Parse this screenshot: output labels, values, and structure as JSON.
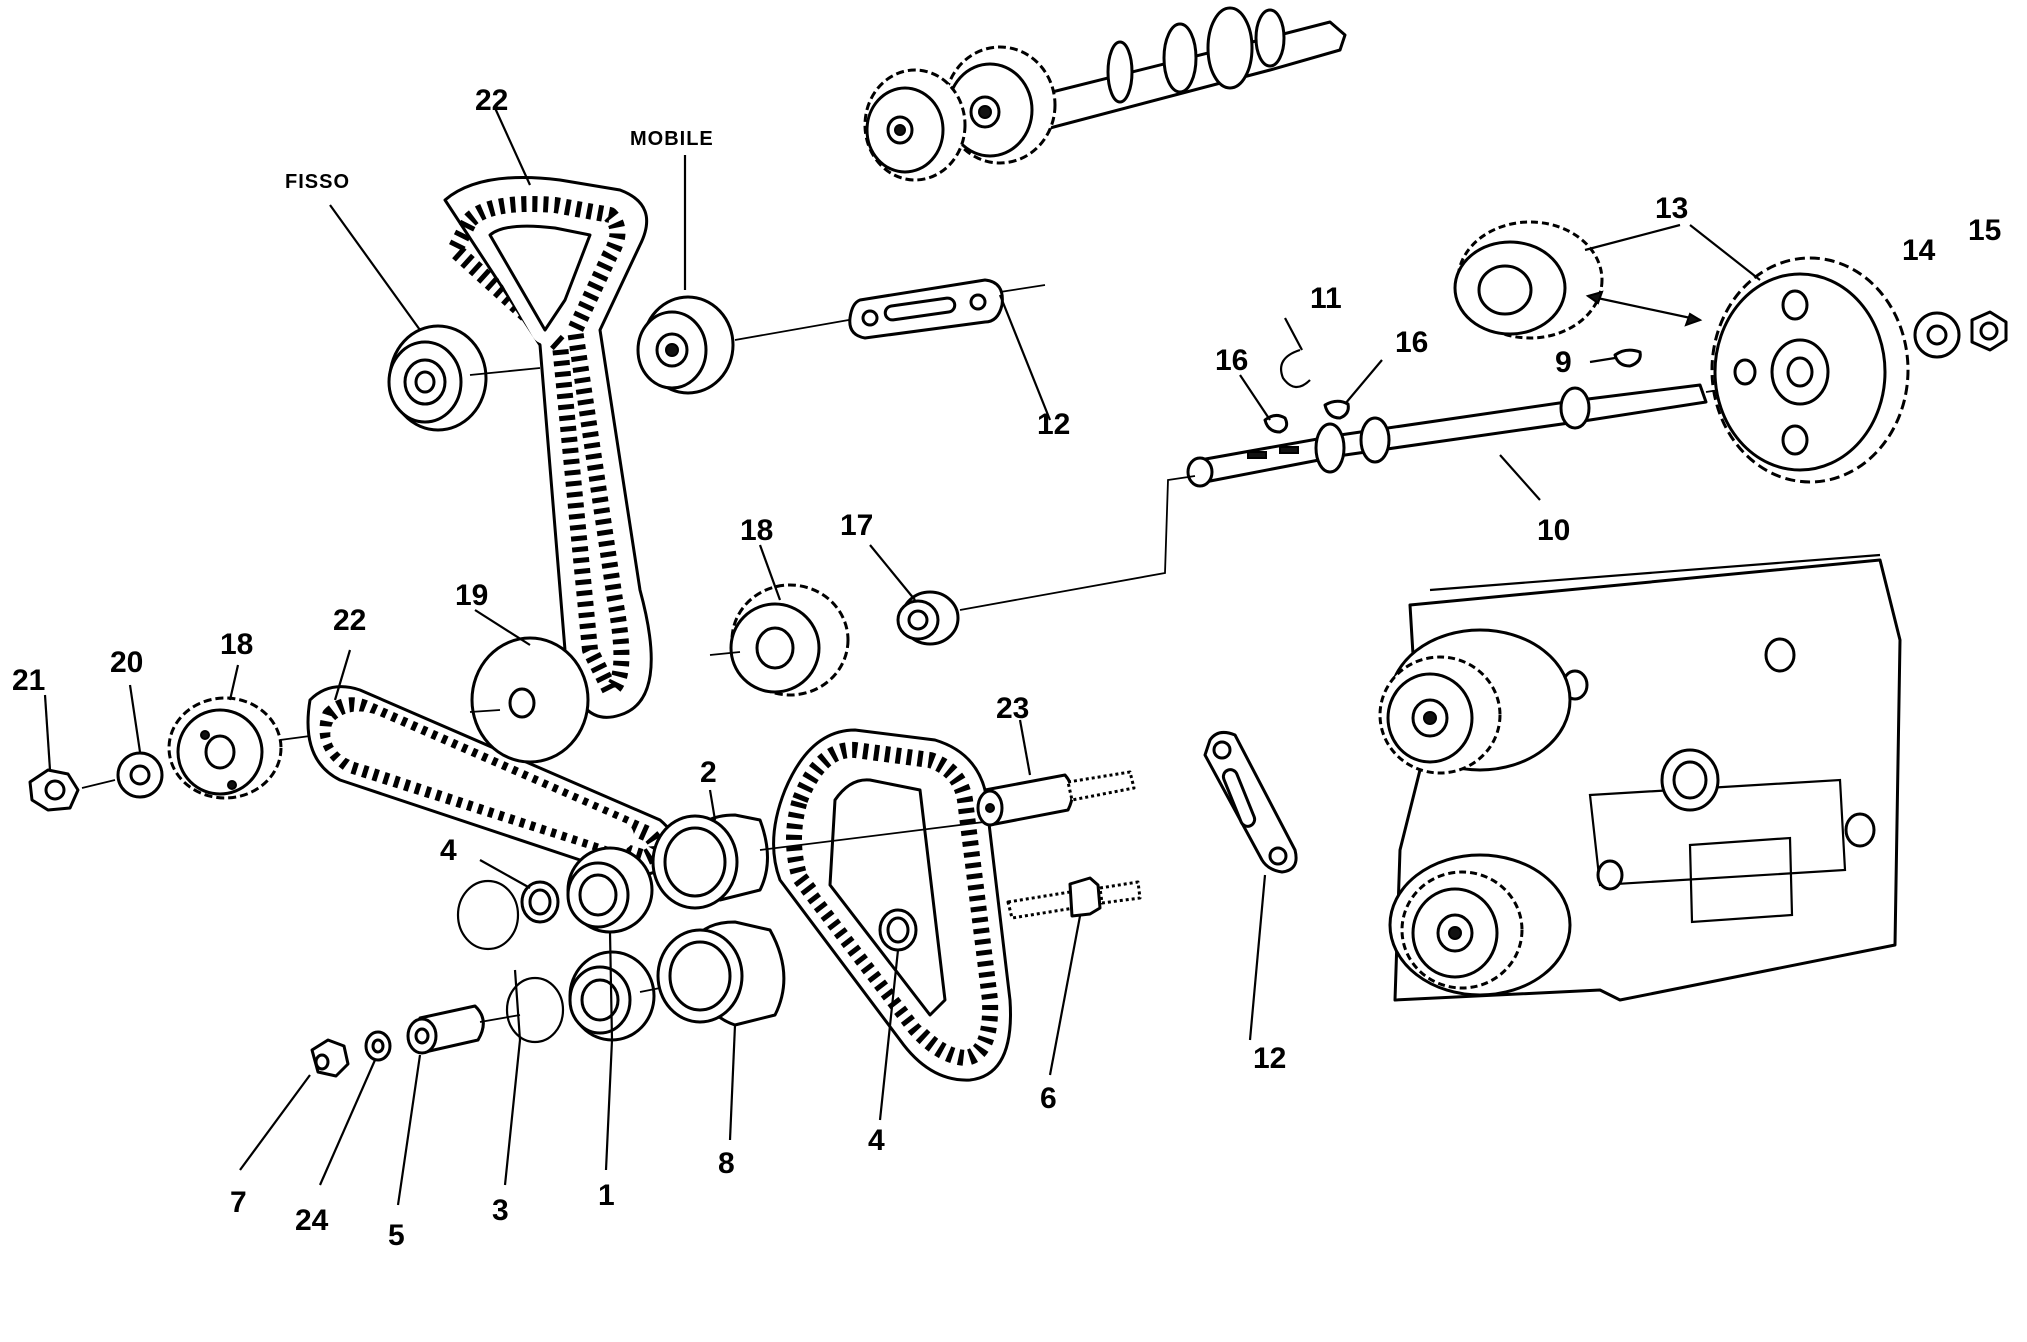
{
  "labels": {
    "fisso": "FISSO",
    "mobile": "MOBILE"
  },
  "callouts": {
    "c22_top": "22",
    "c22_mid": "22",
    "c13": "13",
    "c14": "14",
    "c15": "15",
    "c11": "11",
    "c16_a": "16",
    "c16_b": "16",
    "c9": "9",
    "c12_top": "12",
    "c12_bottom": "12",
    "c10": "10",
    "c18_mid": "18",
    "c18_left": "18",
    "c17": "17",
    "c19": "19",
    "c21": "21",
    "c20": "20",
    "c23": "23",
    "c2": "2",
    "c4_top": "4",
    "c4_bottom": "4",
    "c6": "6",
    "c7": "7",
    "c24": "24",
    "c5": "5",
    "c3": "3",
    "c1": "1",
    "c8": "8"
  }
}
